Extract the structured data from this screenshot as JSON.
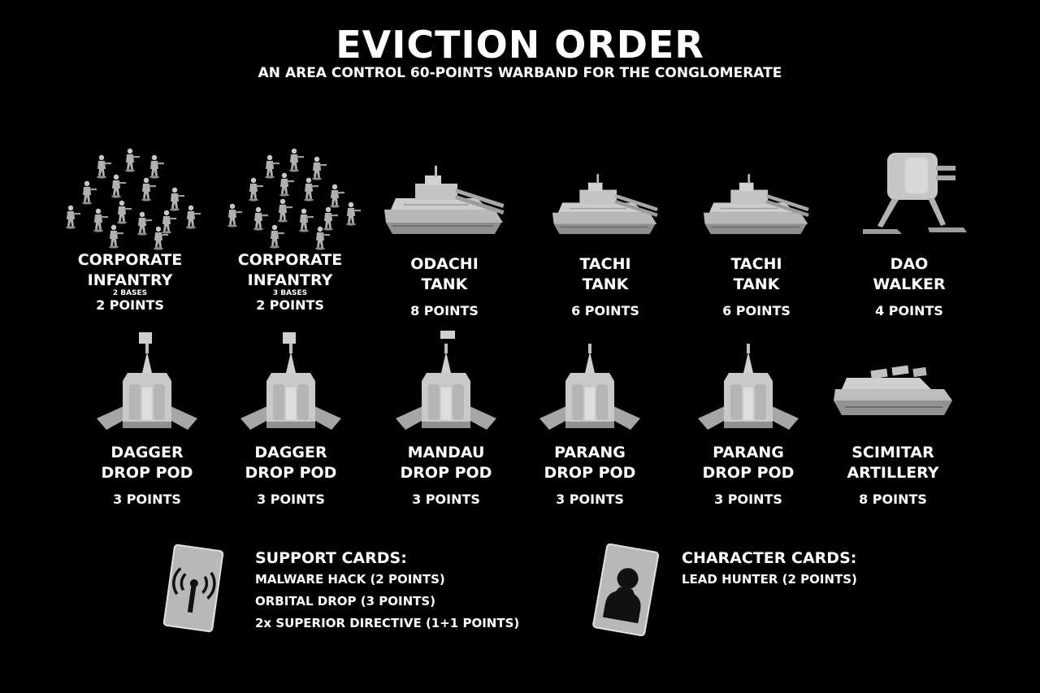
{
  "header": {
    "title": "EVICTION ORDER",
    "subtitle": "AN AREA CONTROL 60-POINTS WARBAND FOR THE CONGLOMERATE"
  },
  "units_row1": [
    {
      "icon": "infantry-squad-icon",
      "name": "CORPORATE\nINFANTRY",
      "sub": "2 BASES",
      "points": "2 POINTS"
    },
    {
      "icon": "infantry-squad-icon",
      "name": "CORPORATE\nINFANTRY",
      "sub": "3 BASES",
      "points": "2 POINTS"
    },
    {
      "icon": "tank-icon",
      "name": "ODACHI\nTANK",
      "points": "8 POINTS"
    },
    {
      "icon": "tank-icon",
      "name": "TACHI\nTANK",
      "points": "6 POINTS"
    },
    {
      "icon": "tank-icon",
      "name": "TACHI\nTANK",
      "points": "6 POINTS"
    },
    {
      "icon": "walker-icon",
      "name": "DAO\nWALKER",
      "points": "4 POINTS"
    }
  ],
  "units_row2": [
    {
      "icon": "drop-pod-icon",
      "name": "DAGGER\nDROP POD",
      "points": "3 POINTS"
    },
    {
      "icon": "drop-pod-icon",
      "name": "DAGGER\nDROP POD",
      "points": "3 POINTS"
    },
    {
      "icon": "drop-pod-icon",
      "name": "MANDAU\nDROP POD",
      "points": "3 POINTS"
    },
    {
      "icon": "drop-pod-icon",
      "name": "PARANG\nDROP POD",
      "points": "3 POINTS"
    },
    {
      "icon": "drop-pod-icon",
      "name": "PARANG\nDROP POD",
      "points": "3 POINTS"
    },
    {
      "icon": "artillery-icon",
      "name": "SCIMITAR\nARTILLERY",
      "points": "8 POINTS"
    }
  ],
  "support_cards": {
    "icon": "signal-antenna-icon",
    "heading": "SUPPORT CARDS:",
    "items": [
      "MALWARE HACK (2 POINTS)",
      "ORBITAL DROP (3 POINTS)",
      "2x SUPERIOR DIRECTIVE (1+1 POINTS)"
    ]
  },
  "character_cards": {
    "icon": "character-silhouette-icon",
    "heading": "CHARACTER CARDS:",
    "items": [
      "LEAD HUNTER (2 POINTS)"
    ]
  },
  "colors": {
    "background": "#000000",
    "text": "#ffffff",
    "model": "#bdbdbd",
    "card": "#b8b8b8"
  }
}
